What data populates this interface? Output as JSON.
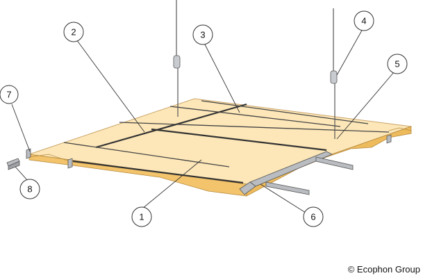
{
  "diagram": {
    "callouts": [
      {
        "id": "1",
        "label": "1"
      },
      {
        "id": "2",
        "label": "2"
      },
      {
        "id": "3",
        "label": "3"
      },
      {
        "id": "4",
        "label": "4"
      },
      {
        "id": "5",
        "label": "5"
      },
      {
        "id": "6",
        "label": "6"
      },
      {
        "id": "7",
        "label": "7"
      },
      {
        "id": "8",
        "label": "8"
      }
    ],
    "copyright": "© Ecophon Group",
    "colors": {
      "panel_top": "#fde7b8",
      "panel_edge": "#f3c46b",
      "panel_edge_dark": "#e2a94a",
      "metal": "#b9bcc0",
      "line": "#333333"
    }
  }
}
